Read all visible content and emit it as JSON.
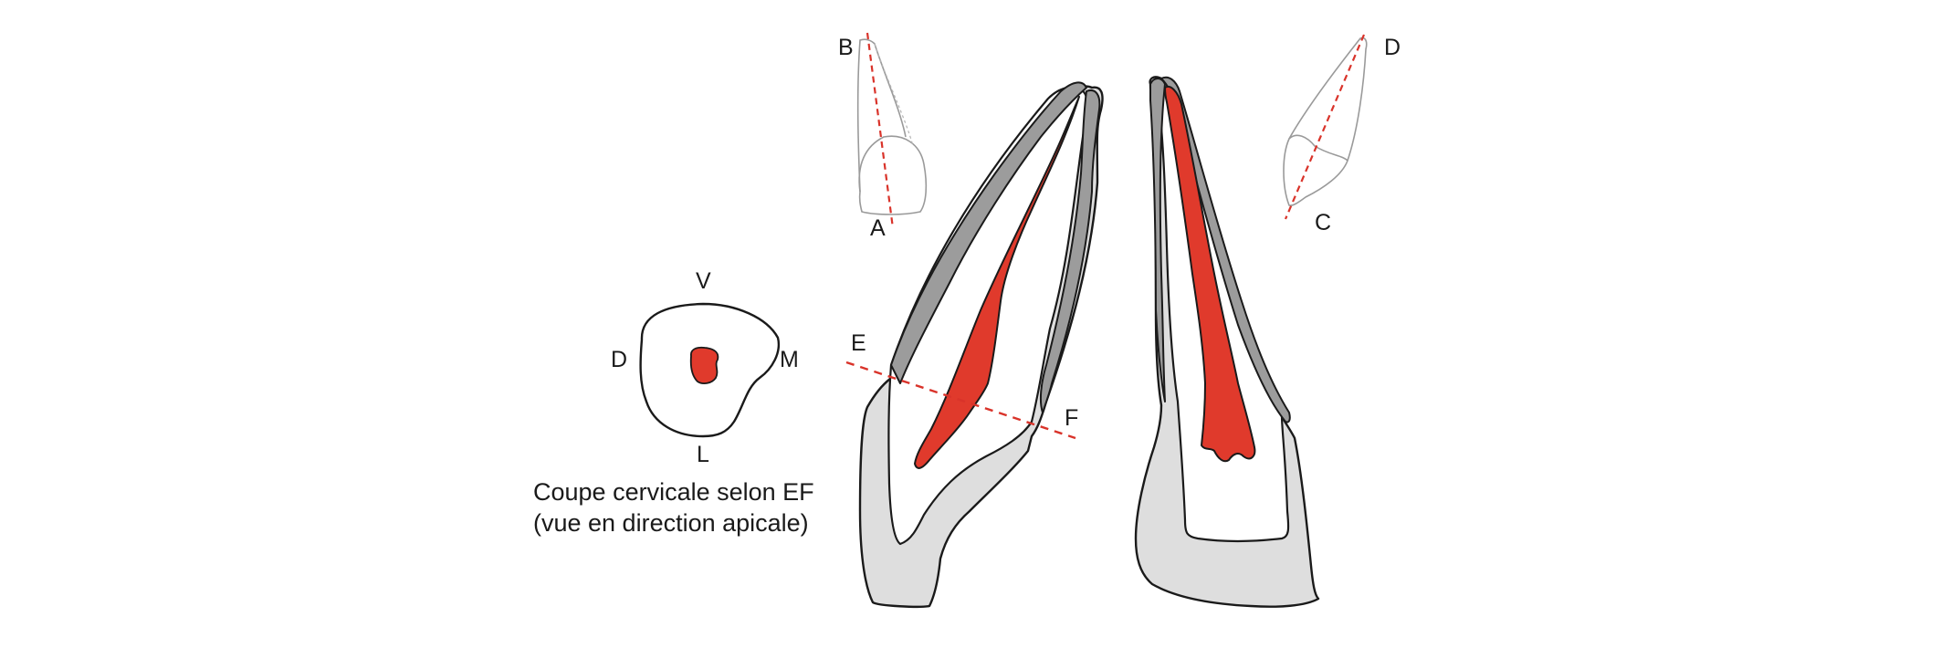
{
  "labels": {
    "a": "A",
    "b": "B",
    "c": "C",
    "d_top": "D",
    "e": "E",
    "f": "F",
    "v": "V",
    "d_section": "D",
    "m": "M",
    "l": "L"
  },
  "caption": {
    "line1": "Coupe cervicale selon EF",
    "line2": "(vue en direction apicale)"
  },
  "colors": {
    "pulp": "#e03a2c",
    "enamel_dark": "#9c9c9c",
    "enamel_light": "#dedede",
    "outline": "#1a1a1a",
    "section_line": "#d9332a",
    "thumbnail_outline": "#9a9a9a"
  }
}
